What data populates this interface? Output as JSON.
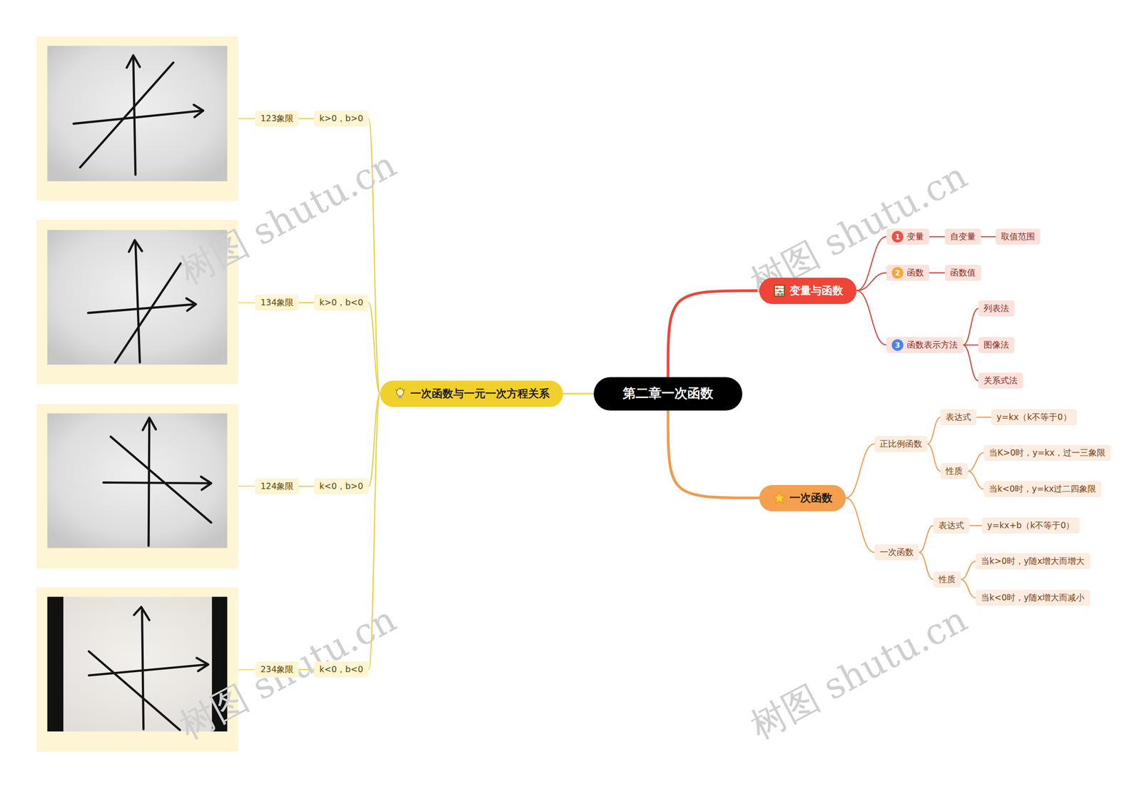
{
  "diagram": {
    "nodes": [
      {
        "text": [
          "第二章一次函数"
        ]
      },
      {
        "text": [
          "一次函数与一元一次方程关系"
        ]
      },
      {
        "text": [
          "k>0，b>0"
        ]
      },
      {
        "text": [
          "123象限"
        ]
      },
      {
        "text": [
          "k>0，b<0"
        ]
      },
      {
        "text": [
          "134象限"
        ]
      },
      {
        "text": [
          "k<0，b>0"
        ]
      },
      {
        "text": [
          "124象限"
        ]
      },
      {
        "text": [
          "k<0，b<0"
        ]
      },
      {
        "text": [
          "234象限"
        ]
      },
      {
        "text": [
          "变量与函数"
        ]
      },
      {
        "text": [
          "1",
          "变量"
        ]
      },
      {
        "text": [
          "自变量"
        ]
      },
      {
        "text": [
          "取值范围"
        ]
      },
      {
        "text": [
          "2",
          "函数"
        ]
      },
      {
        "text": [
          "函数值"
        ]
      },
      {
        "text": [
          "3",
          "函数表示方法"
        ]
      },
      {
        "text": [
          "列表法"
        ]
      },
      {
        "text": [
          "图像法"
        ]
      },
      {
        "text": [
          "关系式法"
        ]
      },
      {
        "text": [
          "一次函数"
        ]
      },
      {
        "text": [
          "正比例函数"
        ]
      },
      {
        "text": [
          "表达式"
        ]
      },
      {
        "text": [
          "y=kx（k不等于0）"
        ]
      },
      {
        "text": [
          "性质"
        ]
      },
      {
        "text": [
          "当K>0时，y=kx，过一三象限"
        ]
      },
      {
        "text": [
          "当k<0时，y=kx过二四象限"
        ]
      },
      {
        "text": [
          "一次函数"
        ]
      },
      {
        "text": [
          "表达式"
        ]
      },
      {
        "text": [
          "y=kx+b（k不等于0）"
        ]
      },
      {
        "text": [
          "性质"
        ]
      },
      {
        "text": [
          "当k>0时，y随x增大而增大"
        ]
      },
      {
        "text": [
          "当k<0时，y随x增大而减小"
        ]
      }
    ],
    "edges": [
      {
        "from": 0,
        "to": 1,
        "arrow": "none"
      },
      {
        "from": 1,
        "to": 2,
        "arrow": "none"
      },
      {
        "from": 2,
        "to": 3,
        "arrow": "none"
      },
      {
        "from": 1,
        "to": 4,
        "arrow": "none"
      },
      {
        "from": 4,
        "to": 5,
        "arrow": "none"
      },
      {
        "from": 1,
        "to": 6,
        "arrow": "none"
      },
      {
        "from": 6,
        "to": 7,
        "arrow": "none"
      },
      {
        "from": 1,
        "to": 8,
        "arrow": "none"
      },
      {
        "from": 8,
        "to": 9,
        "arrow": "none"
      },
      {
        "from": 0,
        "to": 10,
        "arrow": "none"
      },
      {
        "from": 10,
        "to": 11,
        "arrow": "none"
      },
      {
        "from": 11,
        "to": 12,
        "arrow": "none"
      },
      {
        "from": 12,
        "to": 13,
        "arrow": "none"
      },
      {
        "from": 10,
        "to": 14,
        "arrow": "none"
      },
      {
        "from": 14,
        "to": 15,
        "arrow": "none"
      },
      {
        "from": 10,
        "to": 16,
        "arrow": "none"
      },
      {
        "from": 16,
        "to": 17,
        "arrow": "none"
      },
      {
        "from": 16,
        "to": 18,
        "arrow": "none"
      },
      {
        "from": 16,
        "to": 19,
        "arrow": "none"
      },
      {
        "from": 0,
        "to": 20,
        "arrow": "none"
      },
      {
        "from": 20,
        "to": 21,
        "arrow": "none"
      },
      {
        "from": 21,
        "to": 22,
        "arrow": "none"
      },
      {
        "from": 22,
        "to": 23,
        "arrow": "none"
      },
      {
        "from": 21,
        "to": 24,
        "arrow": "none"
      },
      {
        "from": 24,
        "to": 25,
        "arrow": "none"
      },
      {
        "from": 24,
        "to": 26,
        "arrow": "none"
      },
      {
        "from": 20,
        "to": 27,
        "arrow": "none"
      },
      {
        "from": 27,
        "to": 28,
        "arrow": "none"
      },
      {
        "from": 28,
        "to": 29,
        "arrow": "none"
      },
      {
        "from": 27,
        "to": 30,
        "arrow": "none"
      },
      {
        "from": 30,
        "to": 31,
        "arrow": "none"
      },
      {
        "from": 30,
        "to": 32,
        "arrow": "none"
      }
    ],
    "labels": [
      "树图 shutu.cn",
      "树图 shutu.cn",
      "树图 shutu.cn",
      "树图 shutu.cn"
    ]
  }
}
